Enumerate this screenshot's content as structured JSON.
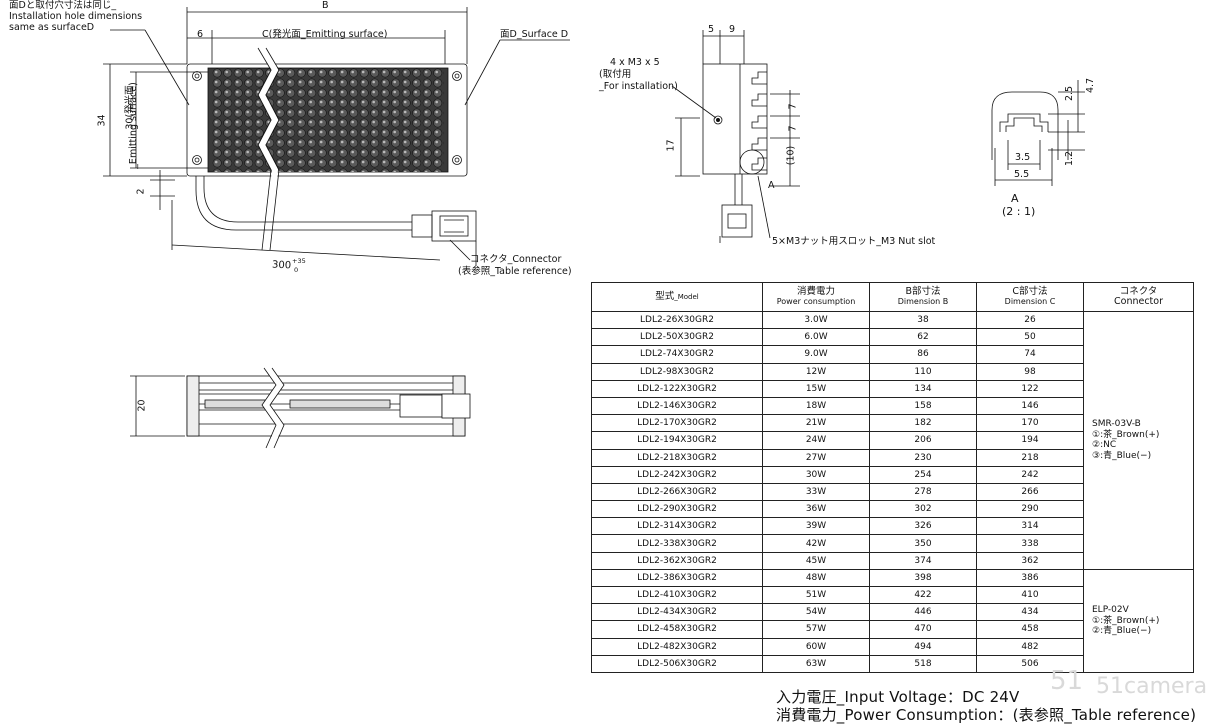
{
  "front_view": {
    "dim_b": "B",
    "dim_c": "C(発光面_Emitting surface)",
    "dim_6": "6",
    "surface_d": "面D_Surface D",
    "note_line1": "面Dと取付穴寸法は同じ_",
    "note_line2": "Installation hole dimensions",
    "note_line3": "same as surfaceD",
    "dim_34": "34",
    "dim_30a": "30(発光面",
    "dim_30b": "_Emitting surface)",
    "dim_2": "2",
    "cable_len": "300",
    "cable_tol_plus": "+35",
    "cable_tol_zero": "0",
    "connector_line1": "コネクタ_Connector",
    "connector_line2": "(表参照_Table reference)"
  },
  "side_view": {
    "dim_20": "20"
  },
  "end_view": {
    "dim_5": "5",
    "dim_9": "9",
    "mount_line1": "4 x M3 x 5",
    "mount_line2": "(取付用",
    "mount_line3": "_For installation)",
    "dim_7a": "7",
    "dim_7b": "7",
    "dim_10": "(10)",
    "dim_17": "17",
    "detail_marker": "A",
    "slot_note": "5×M3ナット用スロット_M3 Nut slot"
  },
  "detail_view": {
    "dim_2_5": "2.5",
    "dim_4_7": "4.7",
    "dim_3_5": "3.5",
    "dim_5_5": "5.5",
    "dim_1_2": "1.2",
    "label": "A",
    "scale": "(2 : 1)"
  },
  "table": {
    "headers": [
      {
        "jp": "型式",
        "en": "_Model"
      },
      {
        "jp": "消費電力",
        "en": "Power consumption"
      },
      {
        "jp": "B部寸法",
        "en": "Dimension B"
      },
      {
        "jp": "C部寸法",
        "en": "Dimension C"
      },
      {
        "jp": "コネクタ",
        "en": "Connector"
      }
    ],
    "rows": [
      [
        "LDL2-26X30GR2",
        "3.0W",
        "38",
        "26"
      ],
      [
        "LDL2-50X30GR2",
        "6.0W",
        "62",
        "50"
      ],
      [
        "LDL2-74X30GR2",
        "9.0W",
        "86",
        "74"
      ],
      [
        "LDL2-98X30GR2",
        "12W",
        "110",
        "98"
      ],
      [
        "LDL2-122X30GR2",
        "15W",
        "134",
        "122"
      ],
      [
        "LDL2-146X30GR2",
        "18W",
        "158",
        "146"
      ],
      [
        "LDL2-170X30GR2",
        "21W",
        "182",
        "170"
      ],
      [
        "LDL2-194X30GR2",
        "24W",
        "206",
        "194"
      ],
      [
        "LDL2-218X30GR2",
        "27W",
        "230",
        "218"
      ],
      [
        "LDL2-242X30GR2",
        "30W",
        "254",
        "242"
      ],
      [
        "LDL2-266X30GR2",
        "33W",
        "278",
        "266"
      ],
      [
        "LDL2-290X30GR2",
        "36W",
        "302",
        "290"
      ],
      [
        "LDL2-314X30GR2",
        "39W",
        "326",
        "314"
      ],
      [
        "LDL2-338X30GR2",
        "42W",
        "350",
        "338"
      ],
      [
        "LDL2-362X30GR2",
        "45W",
        "374",
        "362"
      ],
      [
        "LDL2-386X30GR2",
        "48W",
        "398",
        "386"
      ],
      [
        "LDL2-410X30GR2",
        "51W",
        "422",
        "410"
      ],
      [
        "LDL2-434X30GR2",
        "54W",
        "446",
        "434"
      ],
      [
        "LDL2-458X30GR2",
        "57W",
        "470",
        "458"
      ],
      [
        "LDL2-482X30GR2",
        "60W",
        "494",
        "482"
      ],
      [
        "LDL2-506X30GR2",
        "63W",
        "518",
        "506"
      ]
    ],
    "connector_groups": [
      {
        "rows": 15,
        "lines": [
          "SMR-03V-B",
          "①:茶_Brown(+)",
          "②:NC",
          "③:青_Blue(−)"
        ]
      },
      {
        "rows": 6,
        "lines": [
          "ELP-02V",
          "①:茶_Brown(+)",
          "②:青_Blue(−)"
        ]
      }
    ]
  },
  "notes": {
    "voltage": "入力電圧_Input Voltage：DC 24V",
    "power": "消費電力_Power Consumption：(表参照_Table reference)"
  },
  "watermark": {
    "logo": "51",
    "text": "51camera"
  }
}
